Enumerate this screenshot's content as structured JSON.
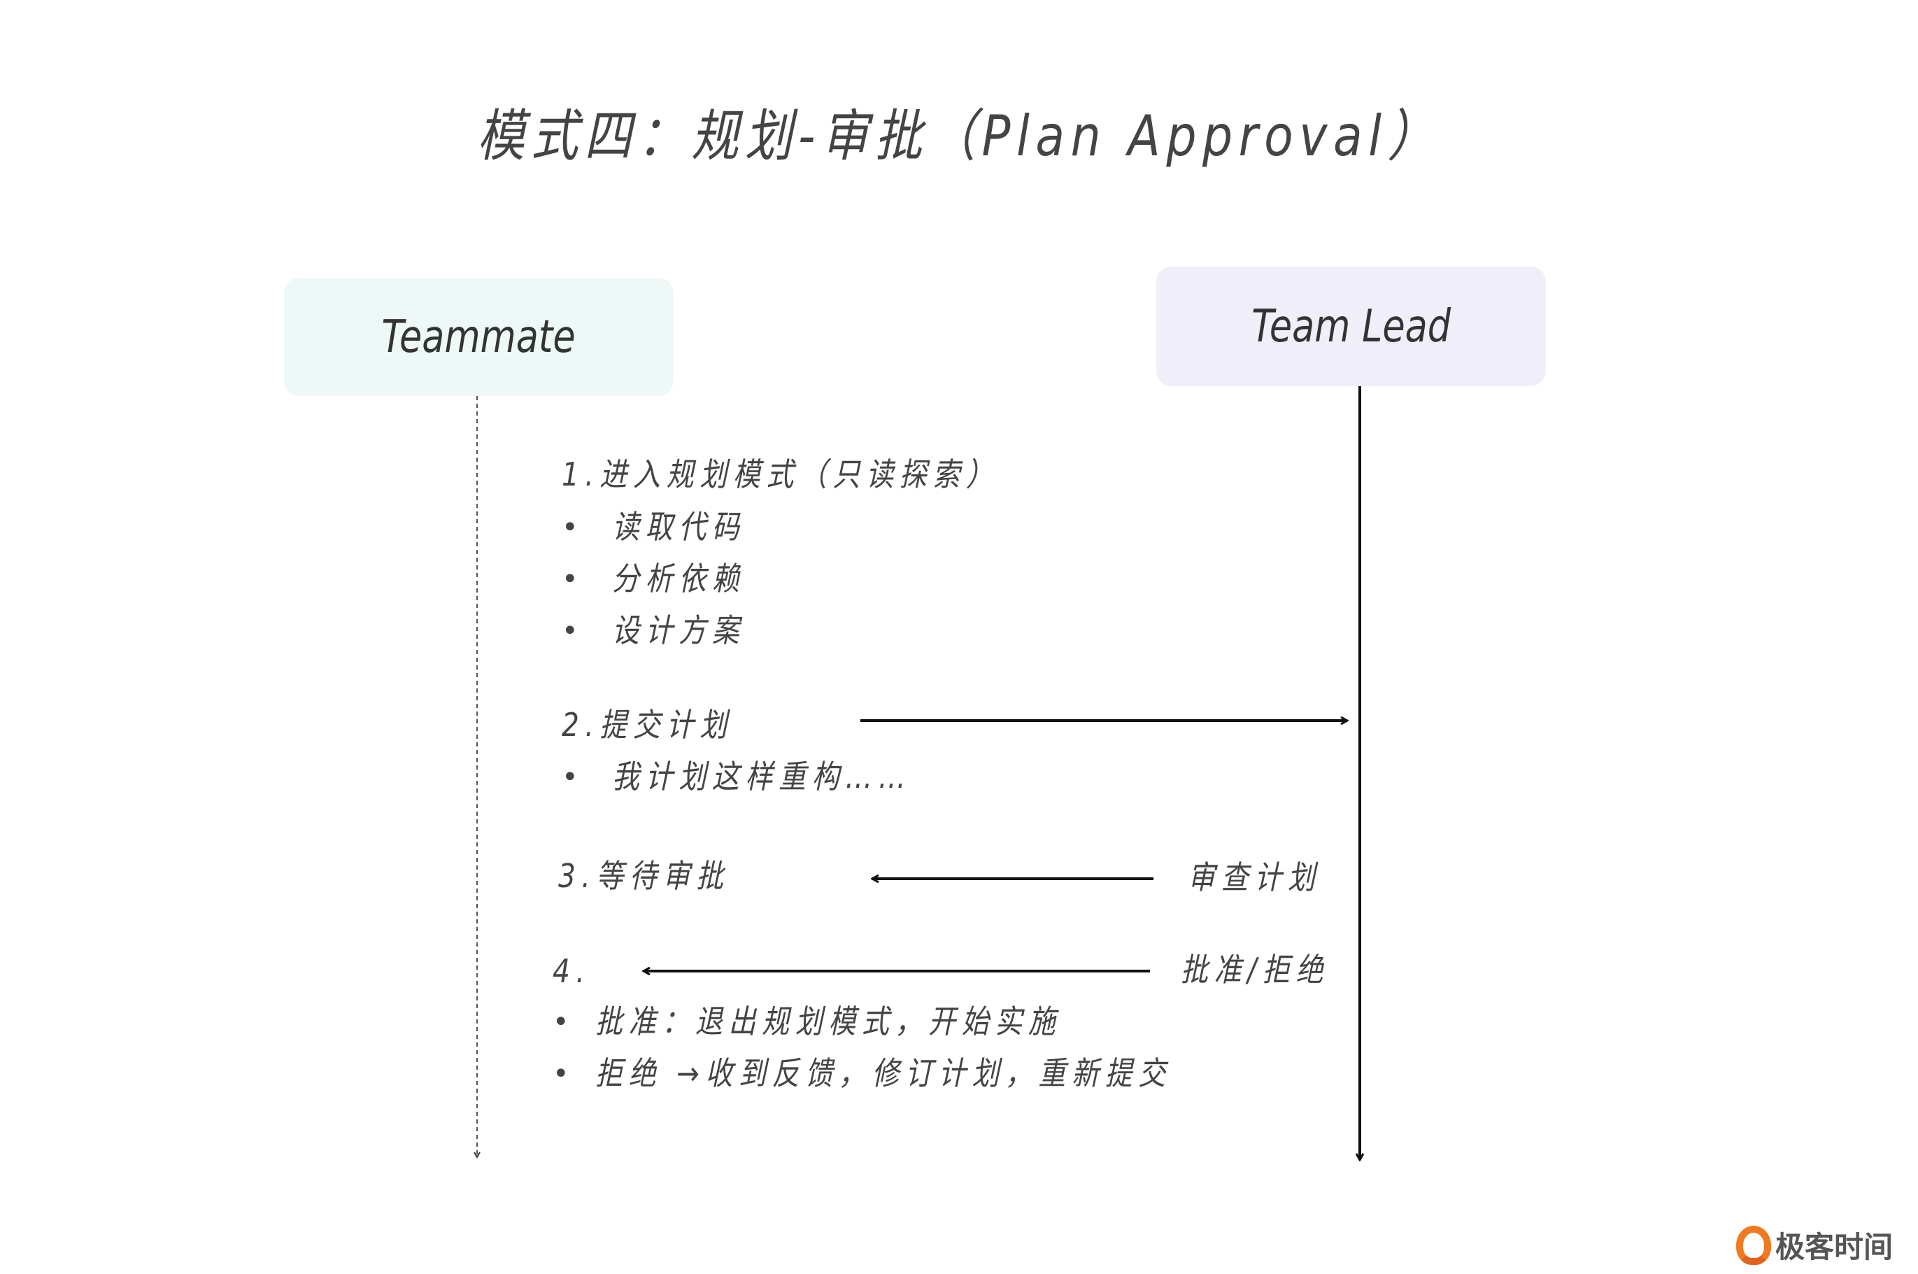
{
  "title": "模式四：规划-审批（Plan Approval）",
  "lanes": {
    "teammate": "Teammate",
    "team_lead": "Team Lead"
  },
  "steps": {
    "step1": {
      "heading": "1.进入规划模式（只读探索）",
      "bullets": [
        "读取代码",
        "分析依赖",
        "设计方案"
      ]
    },
    "step2": {
      "heading": "2.提交计划",
      "bullets": [
        "我计划这样重构……"
      ]
    },
    "step3": {
      "heading": "3.等待审批",
      "lead_label": "审查计划"
    },
    "step4": {
      "heading": "4.",
      "lead_label": "批准/拒绝",
      "bullets": [
        "批准：退出规划模式，开始实施",
        "拒绝 →收到反馈，修订计划，重新提交"
      ]
    }
  },
  "logo": {
    "text": "极客时间",
    "color": "#ef7a22"
  }
}
